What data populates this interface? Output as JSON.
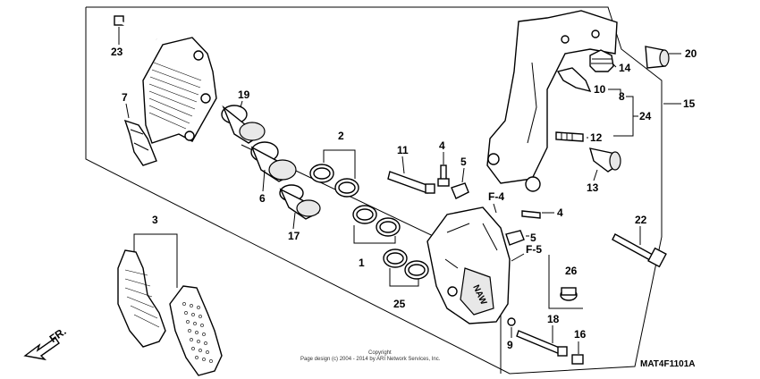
{
  "callouts": {
    "p1": "1",
    "p2": "2",
    "p3": "3",
    "p4a": "4",
    "p4b": "4",
    "p5a": "5",
    "p5b": "5",
    "p6": "6",
    "p7": "7",
    "p8": "8",
    "p9": "9",
    "p10": "10",
    "p11": "11",
    "p12": "12",
    "p13": "13",
    "p14": "14",
    "p15": "15",
    "p16": "16",
    "p17": "17",
    "p18": "18",
    "p19": "19",
    "p20": "20",
    "p22": "22",
    "p23": "23",
    "p24": "24",
    "p25": "25",
    "p26": "26"
  },
  "refs": {
    "f4": "F-4",
    "f5": "F-5"
  },
  "direction_label": "FR.",
  "copyright": {
    "line1": "Copyright",
    "line2": "Page design (c) 2004 - 2014 by ARI Network Services, Inc."
  },
  "diagram_code": "MAT4F1101A"
}
